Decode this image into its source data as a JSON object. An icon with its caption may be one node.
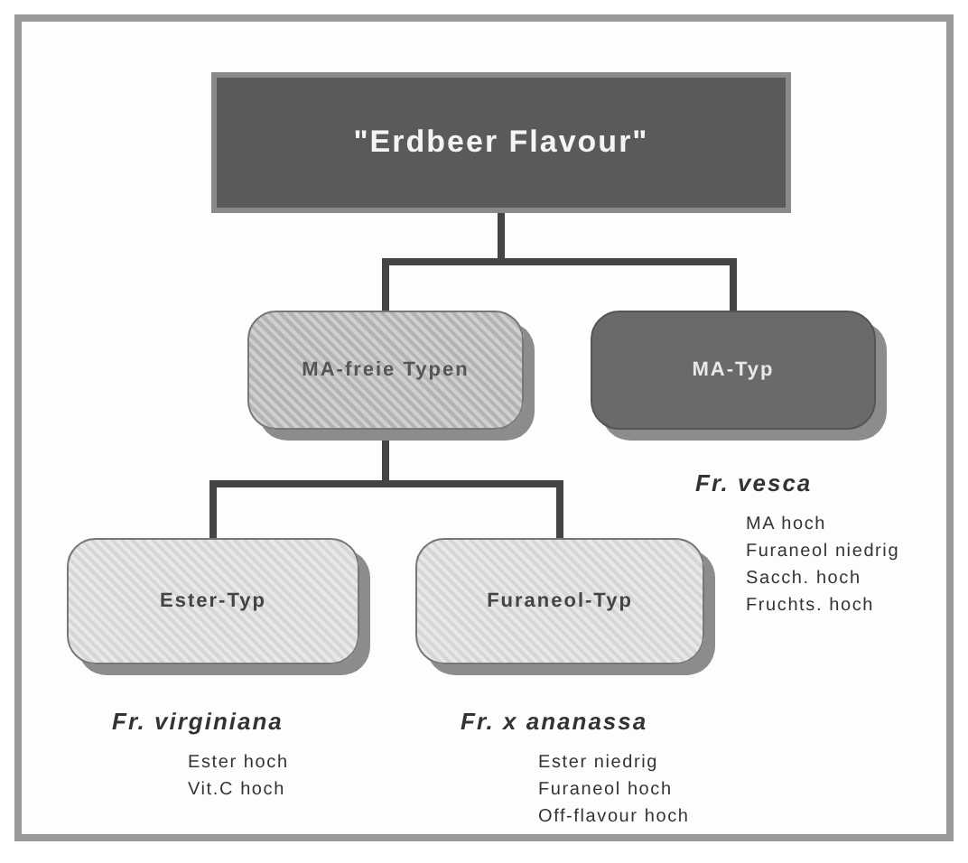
{
  "diagram": {
    "nodes": [
      {
        "text": [
          "\"Erdbeer Flavour\""
        ]
      },
      {
        "text": [
          "MA-freie Typen"
        ]
      },
      {
        "text": [
          "MA-Typ"
        ],
        "beside": [
          "Fr. vesca",
          "MA hoch",
          "Furaneol niedrig",
          "Sacch. hoch",
          "Fruchts. hoch"
        ]
      },
      {
        "text": [
          "Ester-Typ"
        ],
        "beside": [
          "Fr. virginiana",
          "Ester hoch",
          "Vit.C hoch"
        ]
      },
      {
        "text": [
          "Furaneol-Typ"
        ],
        "beside": [
          "Fr. x ananassa",
          "Ester niedrig",
          "Furaneol hoch",
          "Off-flavour hoch"
        ]
      }
    ],
    "edges": [
      {
        "from": 0,
        "to": 1,
        "arrow": "none"
      },
      {
        "from": 0,
        "to": 2,
        "arrow": "none"
      },
      {
        "from": 1,
        "to": 3,
        "arrow": "none"
      },
      {
        "from": 1,
        "to": 4,
        "arrow": "none"
      }
    ]
  }
}
